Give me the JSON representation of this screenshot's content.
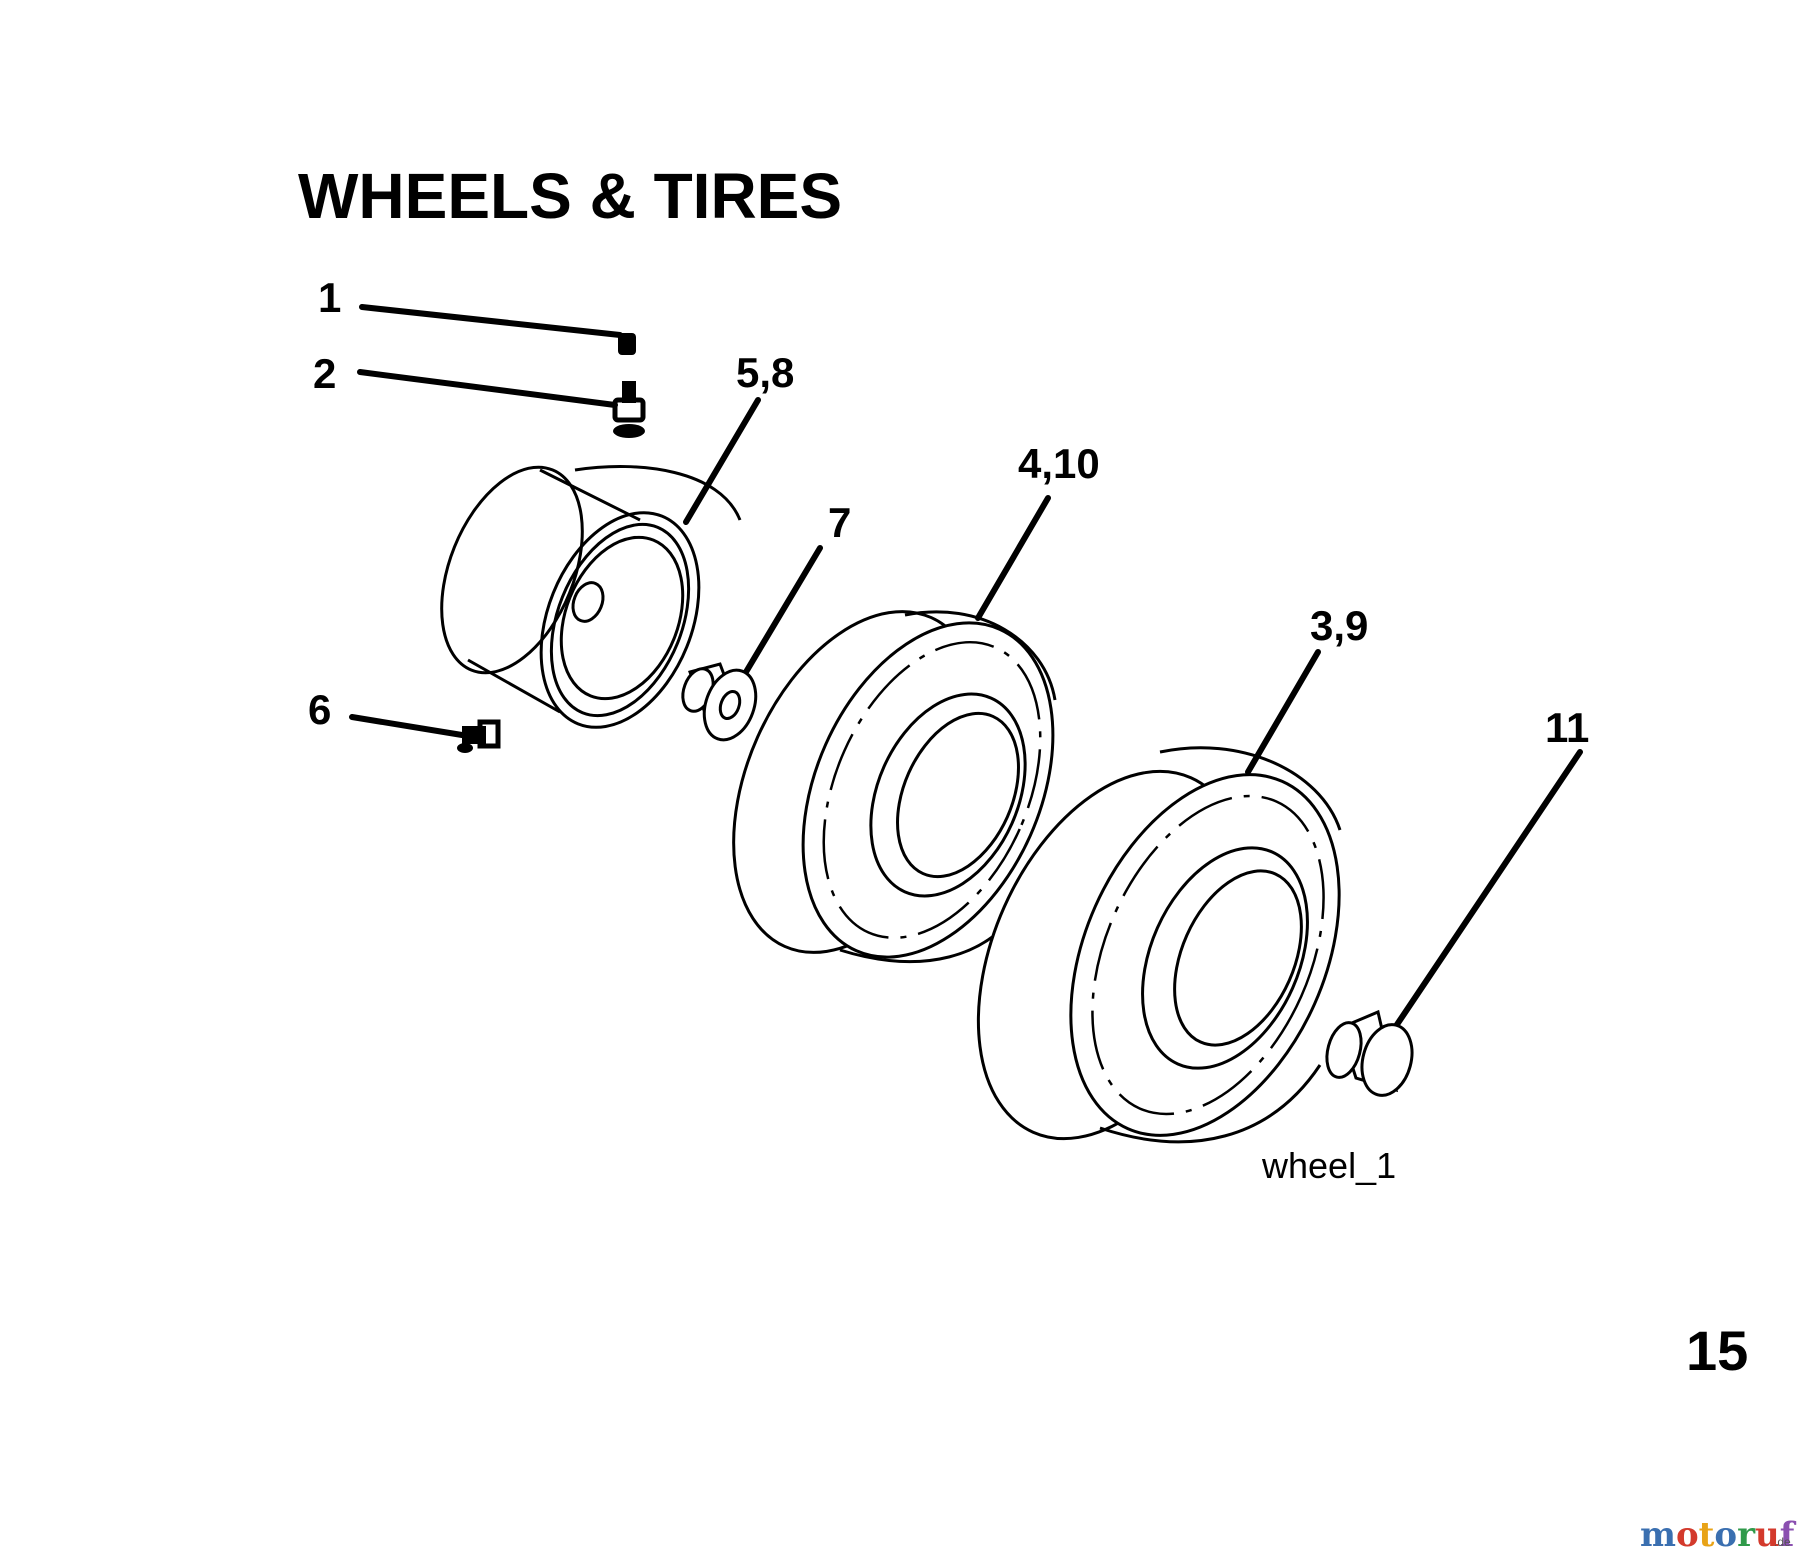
{
  "title": "WHEELS & TIRES",
  "callouts": {
    "c1": "1",
    "c2": "2",
    "c58": "5,8",
    "c7": "7",
    "c410": "4,10",
    "c39": "3,9",
    "c6": "6",
    "c11": "11"
  },
  "figure_ref": "wheel_1",
  "page_number": "15",
  "watermark": {
    "name": "motoruf",
    "tld": ".de",
    "colors": [
      "#3a6fb0",
      "#d33a2c",
      "#e8a317",
      "#3a6fb0",
      "#2f9a4a",
      "#d33a2c",
      "#8a4fb0"
    ]
  }
}
